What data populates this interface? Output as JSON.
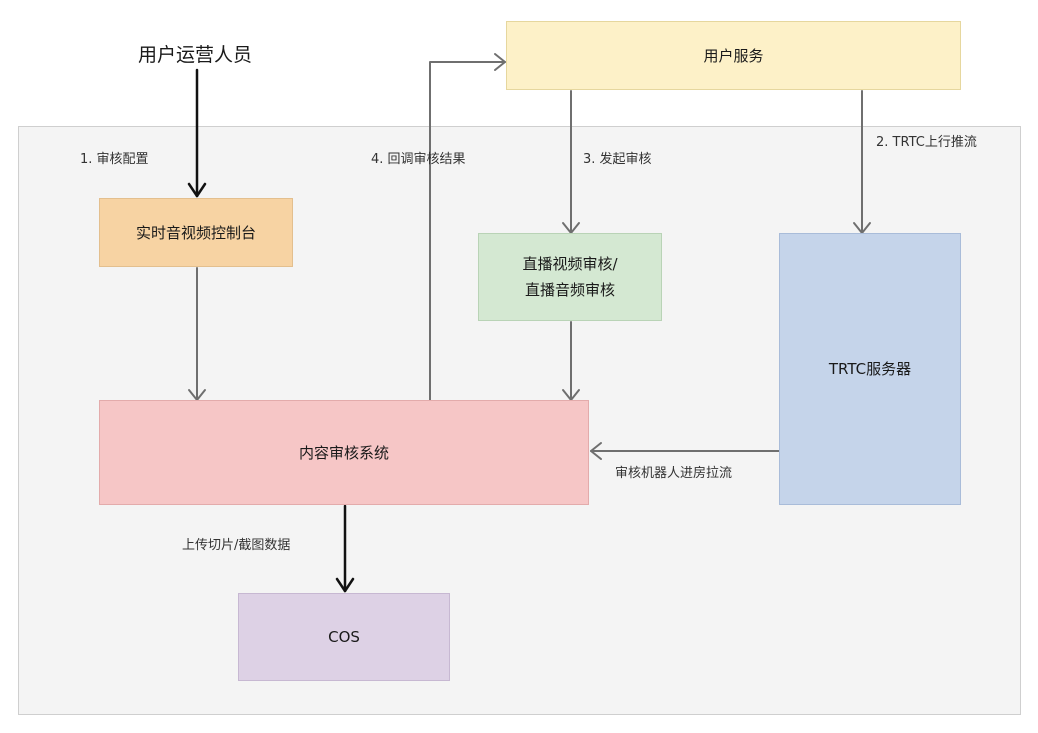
{
  "actor": {
    "label": "用户运营人员"
  },
  "nodes": {
    "user_service": "用户服务",
    "console": "实时音视频控制台",
    "review_line1": "直播视频审核/",
    "review_line2": "直播音频审核",
    "trtc_server": "TRTC服务器",
    "moderation": "内容审核系统",
    "cos": "COS"
  },
  "edges": {
    "review_config": "1. 审核配置",
    "trtc_push": "2. TRTC上行推流",
    "start_review": "3. 发起审核",
    "callback": "4. 回调审核结果",
    "bot_pull": "审核机器人进房拉流",
    "upload": "上传切片/截图数据"
  },
  "colors": {
    "user_service": "#fdf1c8",
    "console": "#f7d3a3",
    "review": "#d4e8d2",
    "trtc_server": "#c5d4ea",
    "moderation": "#f6c6c6",
    "cos": "#ddd1e5",
    "region": "#f4f4f4",
    "arrow_dark": "#111111",
    "arrow_gray": "#6f6f6f"
  }
}
